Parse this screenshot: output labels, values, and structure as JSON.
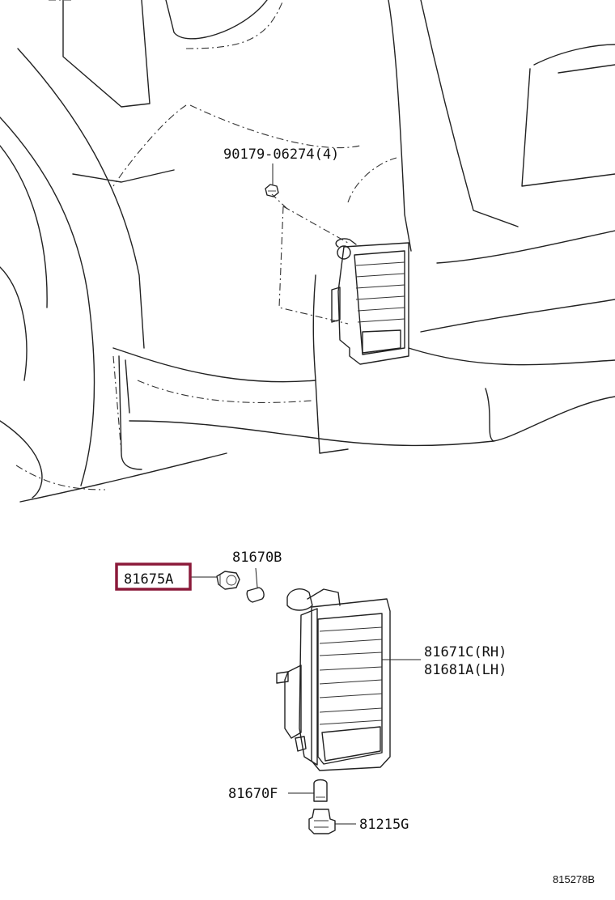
{
  "callouts": {
    "screw": "90179-06274(4)",
    "socket": "81675A",
    "bulb_upper": "81670B",
    "lamp_rh": "81671C(RH)",
    "lamp_lh": "81681A(LH)",
    "bulb_lower": "81670F",
    "socket_lower": "81215G"
  },
  "highlight_color": "#8b1a3a",
  "figure_code": "815278B"
}
